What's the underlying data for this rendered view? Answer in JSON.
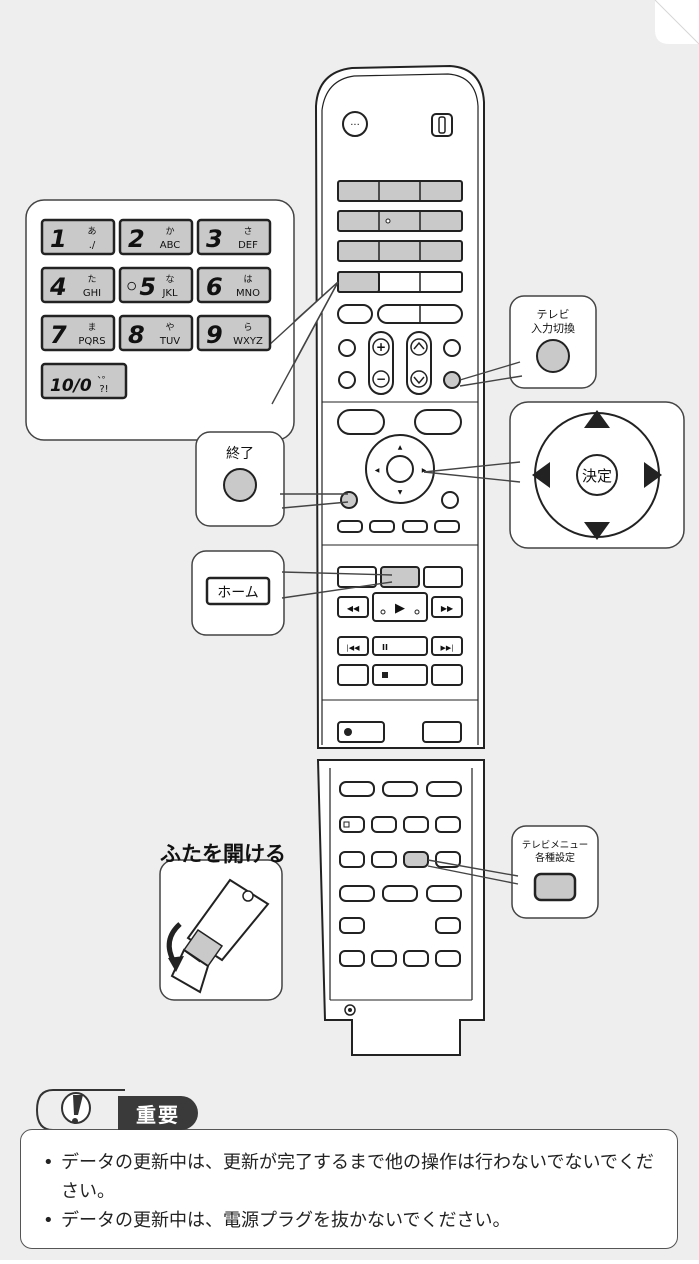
{
  "numpad": {
    "keys": [
      {
        "num": "1",
        "kana": "あ",
        "sub": "./"
      },
      {
        "num": "2",
        "kana": "か",
        "sub": "ABC"
      },
      {
        "num": "3",
        "kana": "さ",
        "sub": "DEF"
      },
      {
        "num": "4",
        "kana": "た",
        "sub": "GHI"
      },
      {
        "num": "5",
        "kana": "な",
        "sub": "JKL"
      },
      {
        "num": "6",
        "kana": "は",
        "sub": "MNO"
      },
      {
        "num": "7",
        "kana": "ま",
        "sub": "PQRS"
      },
      {
        "num": "8",
        "kana": "や",
        "sub": "TUV"
      },
      {
        "num": "9",
        "kana": "ら",
        "sub": "WXYZ"
      },
      {
        "num": "10/0",
        "kana": "、。",
        "sub": "?!"
      }
    ]
  },
  "callouts": {
    "tv_input": {
      "line1": "テレビ",
      "line2": "入力切換"
    },
    "dpad_center": "決定",
    "end": "終了",
    "home": "ホーム",
    "tv_menu": {
      "line1": "テレビメニュー",
      "line2": "各種設定"
    }
  },
  "open_lid": {
    "title": "ふたを開ける"
  },
  "important": {
    "label": "重要",
    "items": [
      "データの更新中は、更新が完了するまで他の操作は行わないでないでください。",
      "データの更新中は、電源プラグを抜かないでください。"
    ]
  },
  "colors": {
    "panel_bg": "#eeeeee",
    "key_gray": "#c9c9c9",
    "dark": "#3a3a3a"
  }
}
